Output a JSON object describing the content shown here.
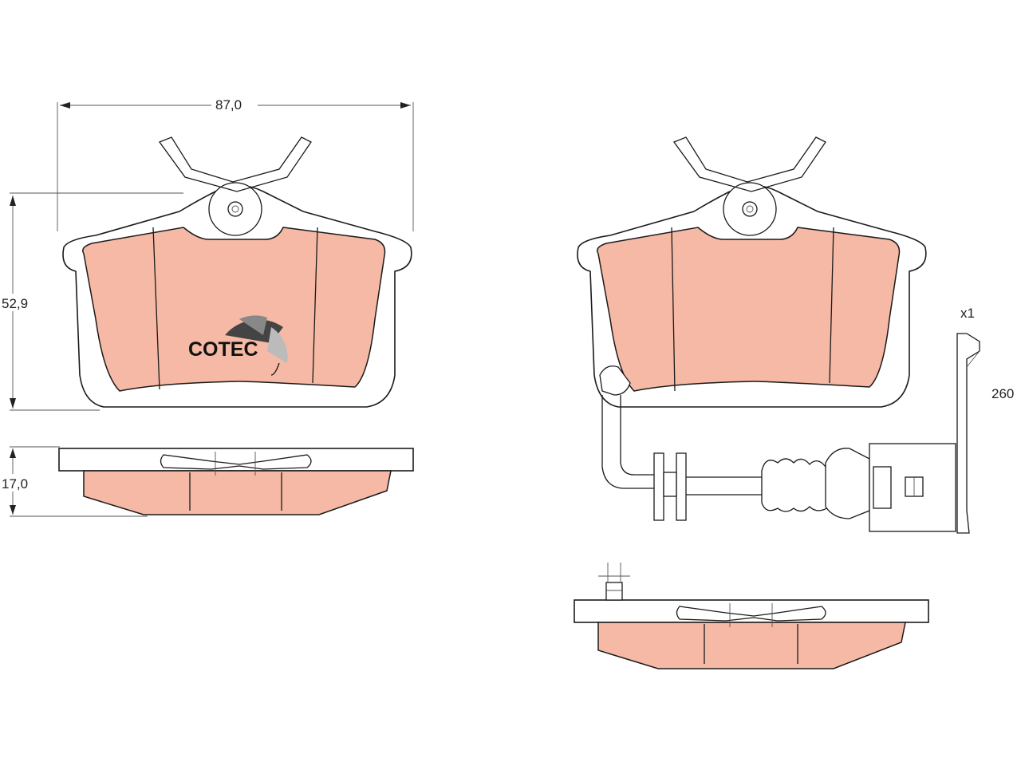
{
  "dimensions": {
    "width": "87,0",
    "height": "52,9",
    "thickness": "17,0",
    "sensor_length": "260"
  },
  "quantity_label": "x1",
  "logo": {
    "text": "COTEC"
  },
  "colors": {
    "pad_fill": "#f5b9a5",
    "pad_fill_dark": "#f2a58d",
    "line": "#1a1a1a"
  }
}
